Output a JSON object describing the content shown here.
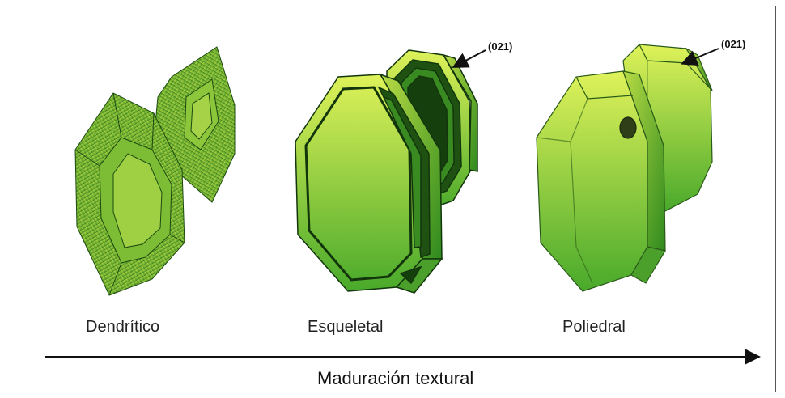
{
  "stages": [
    {
      "name": "Dendrítico"
    },
    {
      "name": "Esqueletal"
    },
    {
      "name": "Poliedral"
    }
  ],
  "annotations": [
    {
      "label": "(021)"
    },
    {
      "label": "(021)"
    }
  ],
  "axis": {
    "caption": "Maduración textural"
  },
  "colors": {
    "crystal_light": "#d9ef52",
    "crystal_dark": "#3f9c24",
    "outline": "#14380f"
  }
}
